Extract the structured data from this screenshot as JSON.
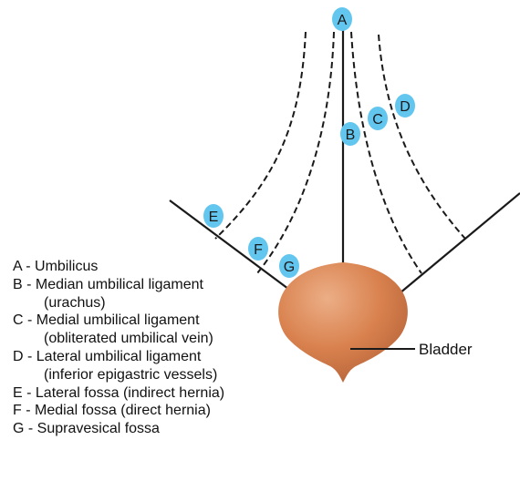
{
  "colors": {
    "badge_fill": "#62c6ef",
    "line": "#1a1a1a",
    "bladder_light": "#ecae86",
    "bladder_mid": "#d9824f",
    "bladder_dark": "#b8643a"
  },
  "markers": {
    "A": "A",
    "B": "B",
    "C": "C",
    "D": "D",
    "E": "E",
    "F": "F",
    "G": "G"
  },
  "bladder_label": "Bladder",
  "legend": [
    "A - Umbilicus",
    "B - Median umbilical ligament",
    "(urachus)",
    "C - Medial umbilical ligament",
    "(obliterated umbilical vein)",
    "D - Lateral umbilical ligament",
    "(inferior epigastric vessels)",
    "E - Lateral fossa (indirect hernia)",
    "F - Medial fossa (direct hernia)",
    "G - Supravesical fossa"
  ]
}
